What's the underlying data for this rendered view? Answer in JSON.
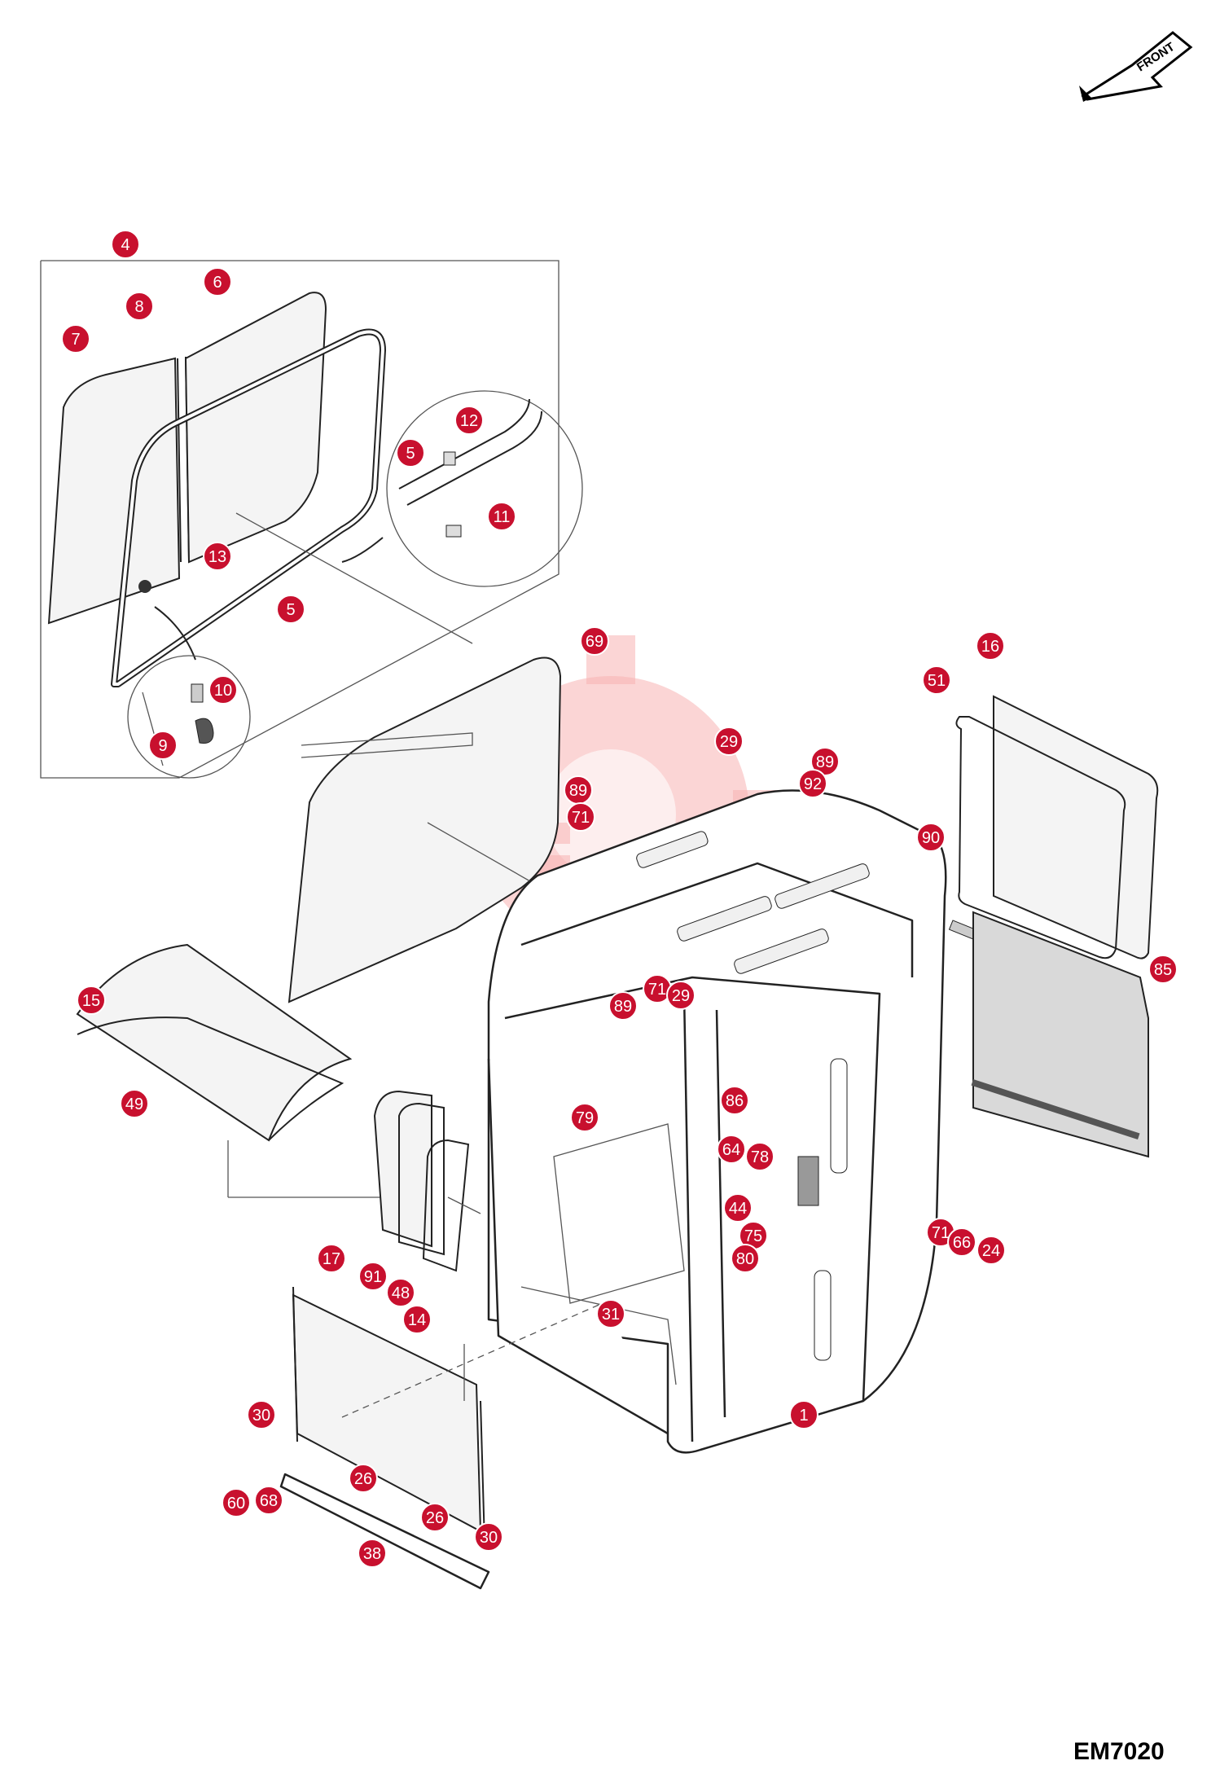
{
  "front_arrow": {
    "label": "FRONT",
    "icon": "front-direction-arrow-icon"
  },
  "drawing_number": "EM7020",
  "callouts": [
    {
      "num": "4"
    },
    {
      "num": "6"
    },
    {
      "num": "8"
    },
    {
      "num": "7"
    },
    {
      "num": "12"
    },
    {
      "num": "5"
    },
    {
      "num": "11"
    },
    {
      "num": "13"
    },
    {
      "num": "5"
    },
    {
      "num": "10"
    },
    {
      "num": "9"
    },
    {
      "num": "69"
    },
    {
      "num": "16"
    },
    {
      "num": "51"
    },
    {
      "num": "29"
    },
    {
      "num": "89"
    },
    {
      "num": "92"
    },
    {
      "num": "89"
    },
    {
      "num": "71"
    },
    {
      "num": "90"
    },
    {
      "num": "15"
    },
    {
      "num": "85"
    },
    {
      "num": "71"
    },
    {
      "num": "29"
    },
    {
      "num": "89"
    },
    {
      "num": "49"
    },
    {
      "num": "86"
    },
    {
      "num": "79"
    },
    {
      "num": "64"
    },
    {
      "num": "78"
    },
    {
      "num": "44"
    },
    {
      "num": "75"
    },
    {
      "num": "80"
    },
    {
      "num": "71"
    },
    {
      "num": "66"
    },
    {
      "num": "24"
    },
    {
      "num": "17"
    },
    {
      "num": "91"
    },
    {
      "num": "48"
    },
    {
      "num": "14"
    },
    {
      "num": "31"
    },
    {
      "num": "1"
    },
    {
      "num": "30"
    },
    {
      "num": "26"
    },
    {
      "num": "60"
    },
    {
      "num": "68"
    },
    {
      "num": "26"
    },
    {
      "num": "30"
    },
    {
      "num": "38"
    }
  ]
}
